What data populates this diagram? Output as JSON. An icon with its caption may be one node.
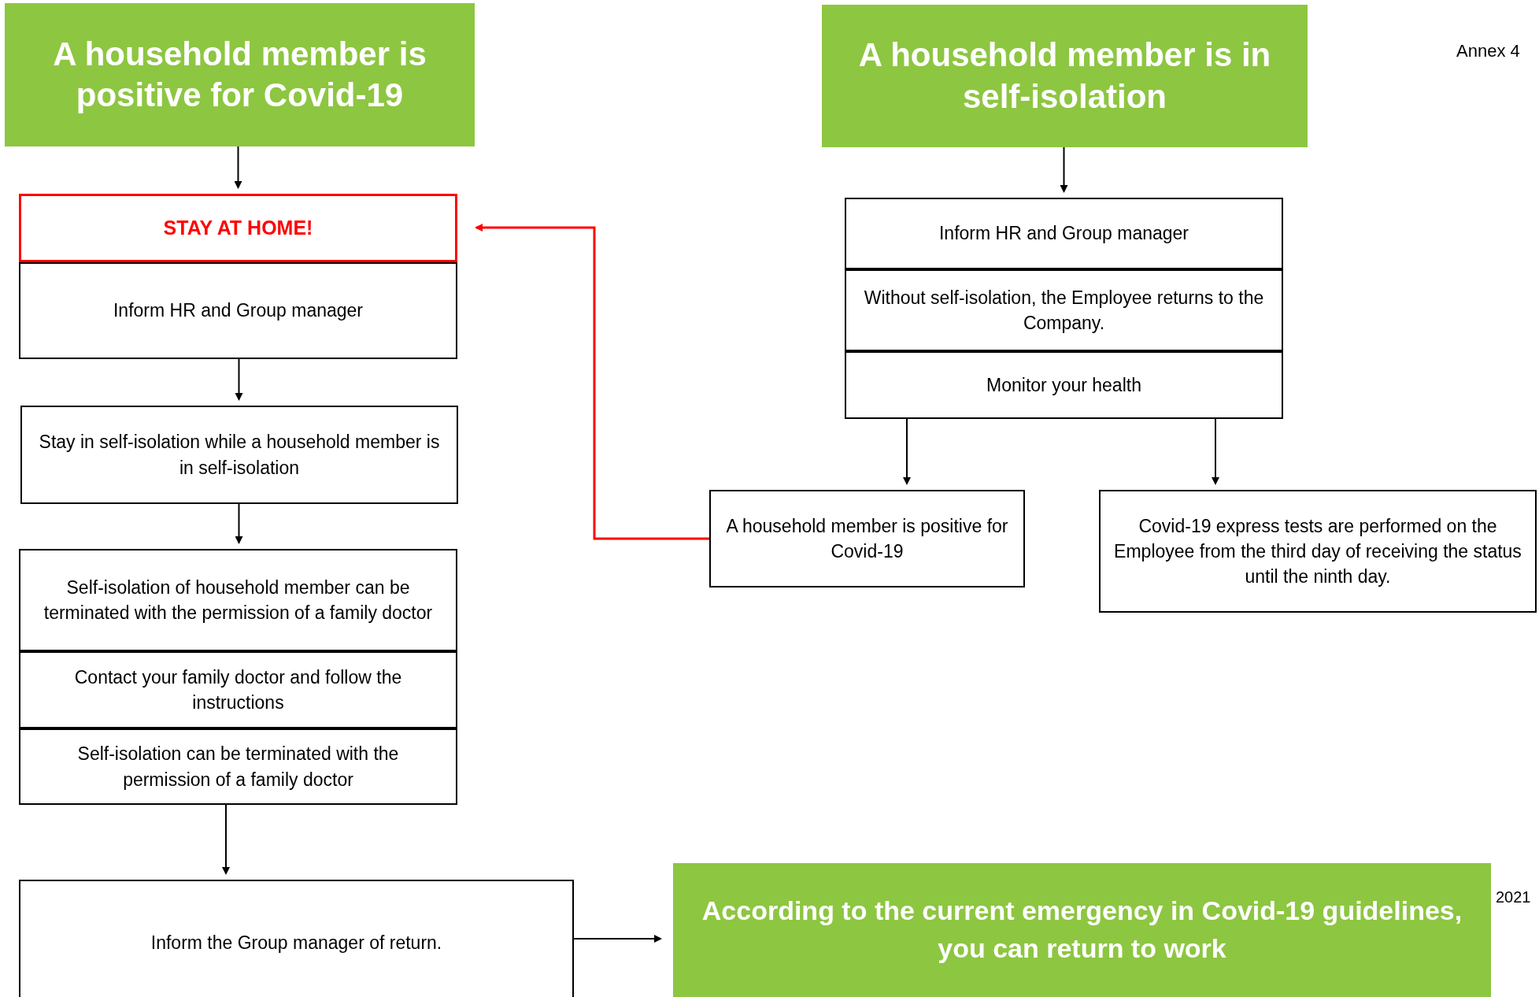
{
  "diagram": {
    "nodes": [
      {
        "text": [
          "A household member is positive for Covid-19"
        ]
      },
      {
        "text": [
          "STAY AT HOME!"
        ]
      },
      {
        "text": [
          "Inform HR and Group manager"
        ]
      },
      {
        "text": [
          "Stay in self-isolation while a household member is in self-isolation"
        ]
      },
      {
        "text": [
          "Self-isolation of household member can be terminated with the permission of a family doctor"
        ]
      },
      {
        "text": [
          "Contact your family doctor and follow the instructions"
        ]
      },
      {
        "text": [
          "Self-isolation can be terminated with the permission of a family doctor"
        ]
      },
      {
        "text": [
          "Inform the Group manager of return."
        ]
      },
      {
        "text": [
          "According to the current emergency in Covid-19 guidelines, you can return to work"
        ]
      },
      {
        "text": [
          "A household member is in self-isolation"
        ]
      },
      {
        "text": [
          "Inform HR and Group manager"
        ]
      },
      {
        "text": [
          "Without self-isolation, the Employee returns to the Company."
        ]
      },
      {
        "text": [
          "Monitor your health"
        ]
      },
      {
        "text": [
          "A household member is positive for Covid-19"
        ]
      },
      {
        "text": [
          "Covid-19 express tests are performed on the Employee from the third day of receiving the status until the ninth day."
        ]
      }
    ],
    "edges": [
      {
        "from": 0,
        "to": 1,
        "arrow": "to"
      },
      {
        "from": 2,
        "to": 3,
        "arrow": "to"
      },
      {
        "from": 3,
        "to": 4,
        "arrow": "to"
      },
      {
        "from": 6,
        "to": 7,
        "arrow": "to"
      },
      {
        "from": 7,
        "to": 8,
        "arrow": "to"
      },
      {
        "from": 9,
        "to": 10,
        "arrow": "to"
      },
      {
        "from": 12,
        "to": 13,
        "arrow": "to"
      },
      {
        "from": 12,
        "to": 14,
        "arrow": "to"
      },
      {
        "from": 13,
        "to": 1,
        "arrow": "to",
        "color": "#ff0000"
      }
    ],
    "labels": [
      "Annex 4",
      "2021"
    ]
  }
}
